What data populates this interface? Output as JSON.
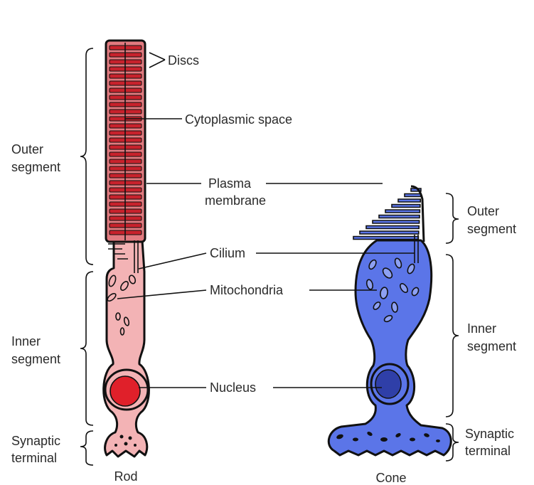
{
  "labels": {
    "discs": "Discs",
    "cytoplasmic_space": "Cytoplasmic space",
    "plasma_membrane_line1": "Plasma",
    "plasma_membrane_line2": "membrane",
    "cilium": "Cilium",
    "mitochondria": "Mitochondria",
    "nucleus": "Nucleus"
  },
  "rod": {
    "name": "Rod",
    "outer_segment": [
      "Outer",
      "segment"
    ],
    "inner_segment": [
      "Inner",
      "segment"
    ],
    "synaptic_terminal": [
      "Synaptic",
      "terminal"
    ]
  },
  "cone": {
    "name": "Cone",
    "outer_segment": [
      "Outer",
      "segment"
    ],
    "inner_segment": [
      "Inner",
      "segment"
    ],
    "synaptic_terminal": [
      "Synaptic",
      "terminal"
    ]
  },
  "colors": {
    "rod_outer": "#e27a7f",
    "rod_disc": "#c8222c",
    "rod_inner": "#f3b3b5",
    "rod_nucleus": "#e0202a",
    "cone_body": "#5b75e8",
    "cone_nucleus": "#2f3fa8"
  }
}
